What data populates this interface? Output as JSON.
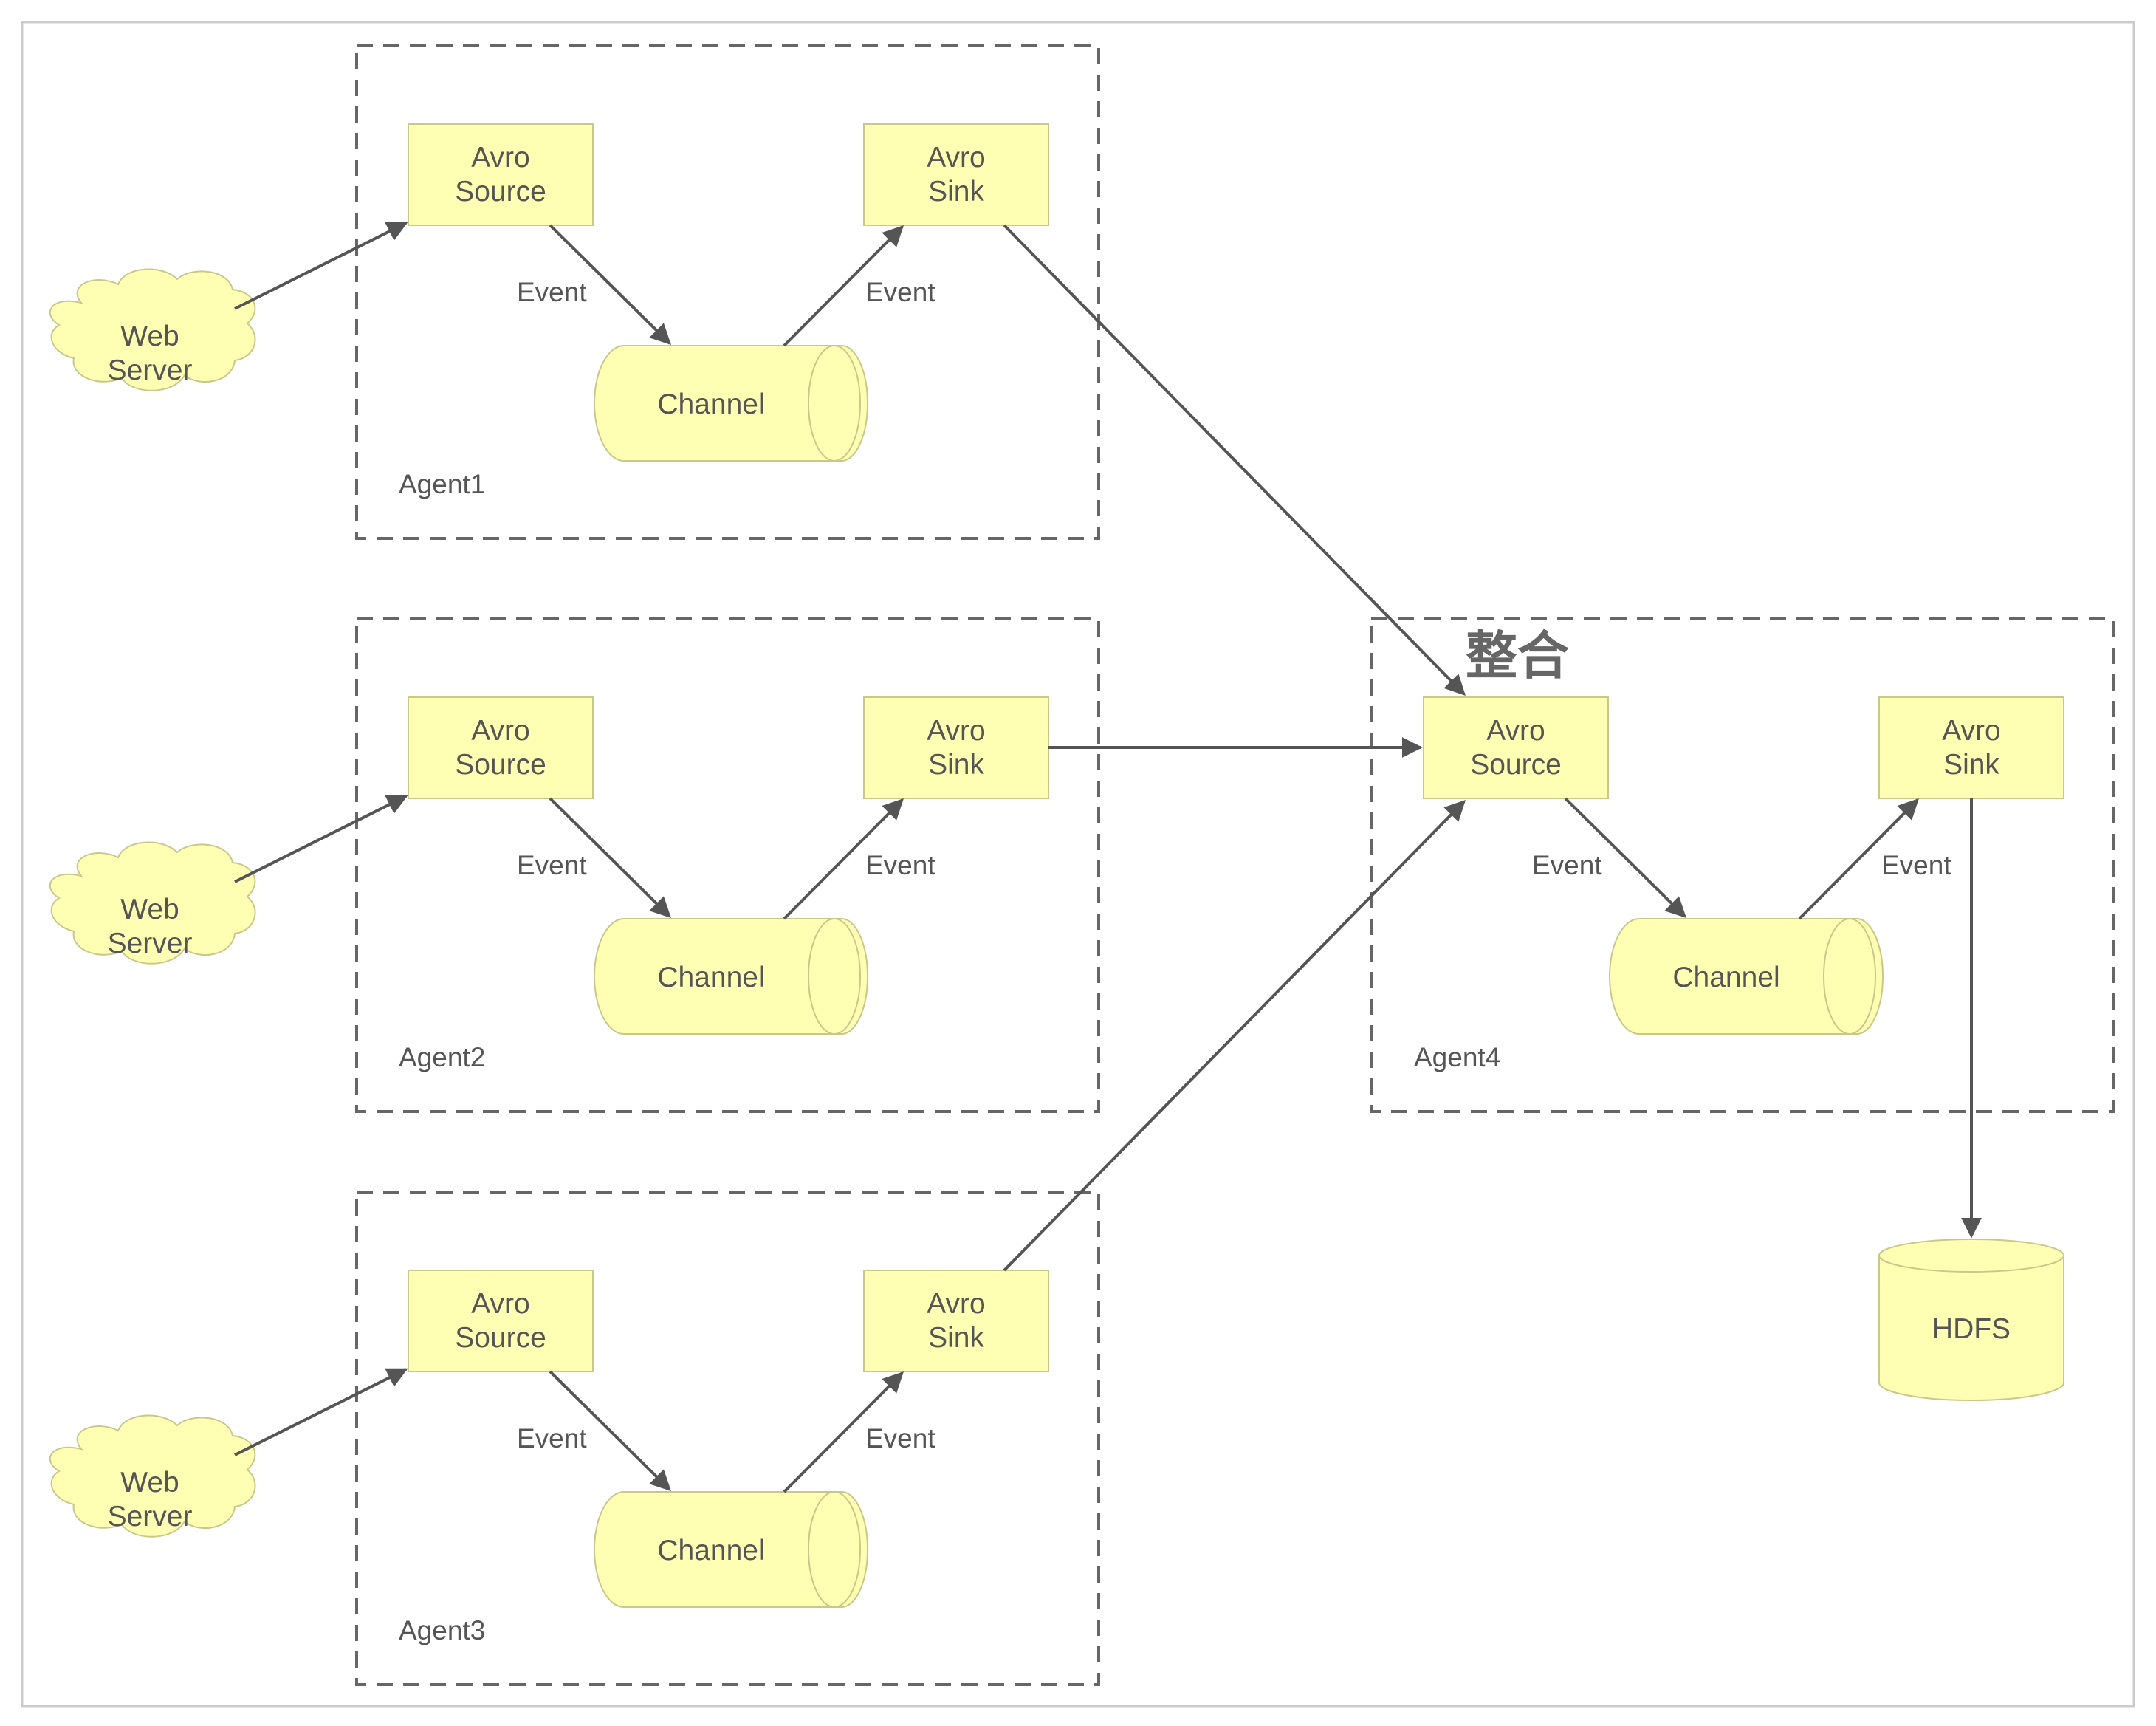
{
  "title": "整合",
  "agents": [
    {
      "name": "Agent1",
      "source": [
        "Avro",
        "Source"
      ],
      "sink": [
        "Avro",
        "Sink"
      ],
      "channel": "Channel",
      "event_in": "Event",
      "event_out": "Event"
    },
    {
      "name": "Agent2",
      "source": [
        "Avro",
        "Source"
      ],
      "sink": [
        "Avro",
        "Sink"
      ],
      "channel": "Channel",
      "event_in": "Event",
      "event_out": "Event"
    },
    {
      "name": "Agent3",
      "source": [
        "Avro",
        "Source"
      ],
      "sink": [
        "Avro",
        "Sink"
      ],
      "channel": "Channel",
      "event_in": "Event",
      "event_out": "Event"
    },
    {
      "name": "Agent4",
      "source": [
        "Avro",
        "Source"
      ],
      "sink": [
        "Avro",
        "Sink"
      ],
      "channel": "Channel",
      "event_in": "Event",
      "event_out": "Event"
    }
  ],
  "web_servers": [
    [
      "Web",
      "Server"
    ],
    [
      "Web",
      "Server"
    ],
    [
      "Web",
      "Server"
    ]
  ],
  "storage": "HDFS",
  "colors": {
    "node_fill": "#ffffb3",
    "node_stroke": "#c8c88a",
    "line": "#555555",
    "dash": "#666666",
    "frame": "#cccccc"
  }
}
